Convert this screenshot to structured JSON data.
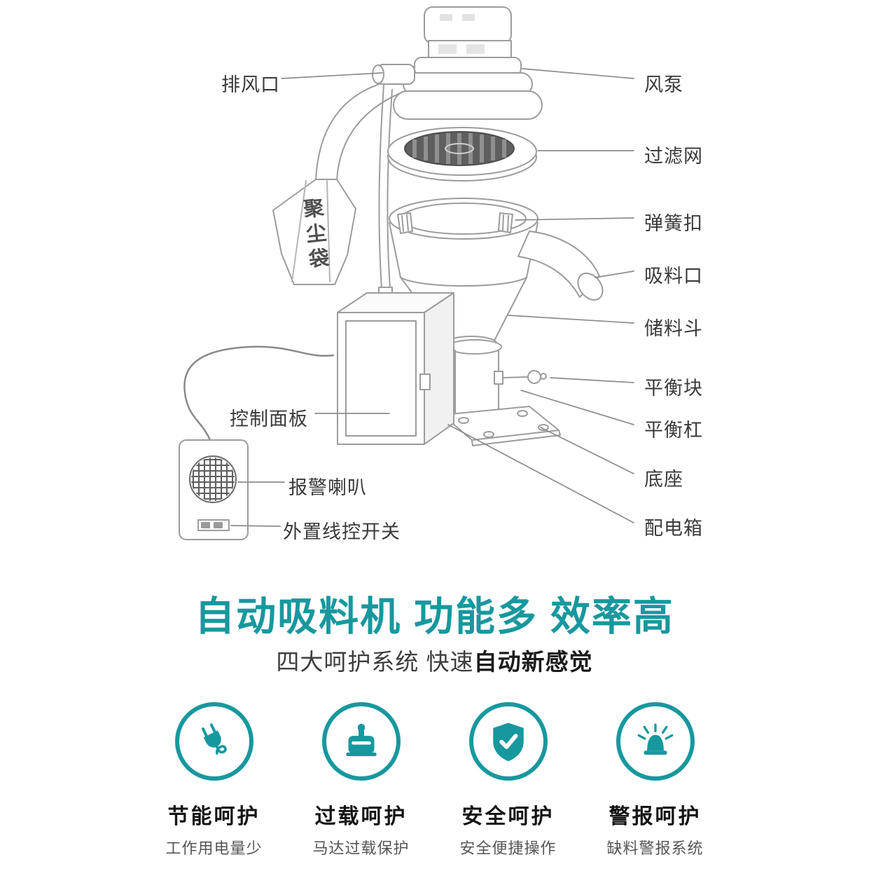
{
  "colors": {
    "accent": "#17989e",
    "line_gray": "#9c9c9c",
    "label_text": "#3a3a3a"
  },
  "diagram": {
    "bag_label": "聚尘袋",
    "labels": {
      "exhaust": "排风口",
      "pump": "风泵",
      "filter": "过滤网",
      "spring": "弹簧扣",
      "inlet": "吸料口",
      "hopper": "储料斗",
      "weight": "平衡块",
      "bar": "平衡杠",
      "base": "底座",
      "box": "配电箱",
      "panel": "控制面板",
      "speaker": "报警喇叭",
      "switch": "外置线控开关"
    }
  },
  "headline": {
    "title": "自动吸料机 功能多 效率高",
    "subtitle_prefix": "四大呵护系统 快速",
    "subtitle_bold": "自动新感觉"
  },
  "features": [
    {
      "icon": "plug-icon",
      "title": "节能呵护",
      "desc": "工作用电量少"
    },
    {
      "icon": "motor-icon",
      "title": "过载呵护",
      "desc": "马达过载保护"
    },
    {
      "icon": "shield-check-icon",
      "title": "安全呵护",
      "desc": "安全便捷操作"
    },
    {
      "icon": "alarm-light-icon",
      "title": "警报呵护",
      "desc": "缺料警报系统"
    }
  ]
}
